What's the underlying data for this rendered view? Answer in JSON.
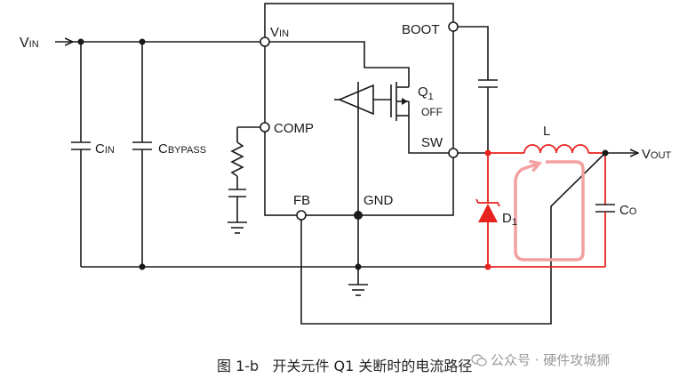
{
  "labels": {
    "vin_main": "V",
    "vin_main_sub": "IN",
    "vin_pin": "V",
    "vin_pin_sub": "IN",
    "boot": "BOOT",
    "q1": "Q",
    "q1_sub": "1",
    "q1_state": "OFF",
    "comp": "COMP",
    "sw": "SW",
    "fb": "FB",
    "gnd": "GND",
    "cin": "C",
    "cin_sub": "IN",
    "cbypass": "C",
    "cbypass_sub": "BYPASS",
    "inductor": "L",
    "vout": "V",
    "vout_sub": "OUT",
    "co": "C",
    "co_sub": "O",
    "d1": "D",
    "d1_sub": "1"
  },
  "caption": "图 1-b   开关元件 Q1 关断时的电流路径",
  "watermark": "公众号 · 硬件攻城狮",
  "colors": {
    "wire": "#1a1a1a",
    "current_path": "#e8231f",
    "current_loop": "#f2a0a0"
  }
}
